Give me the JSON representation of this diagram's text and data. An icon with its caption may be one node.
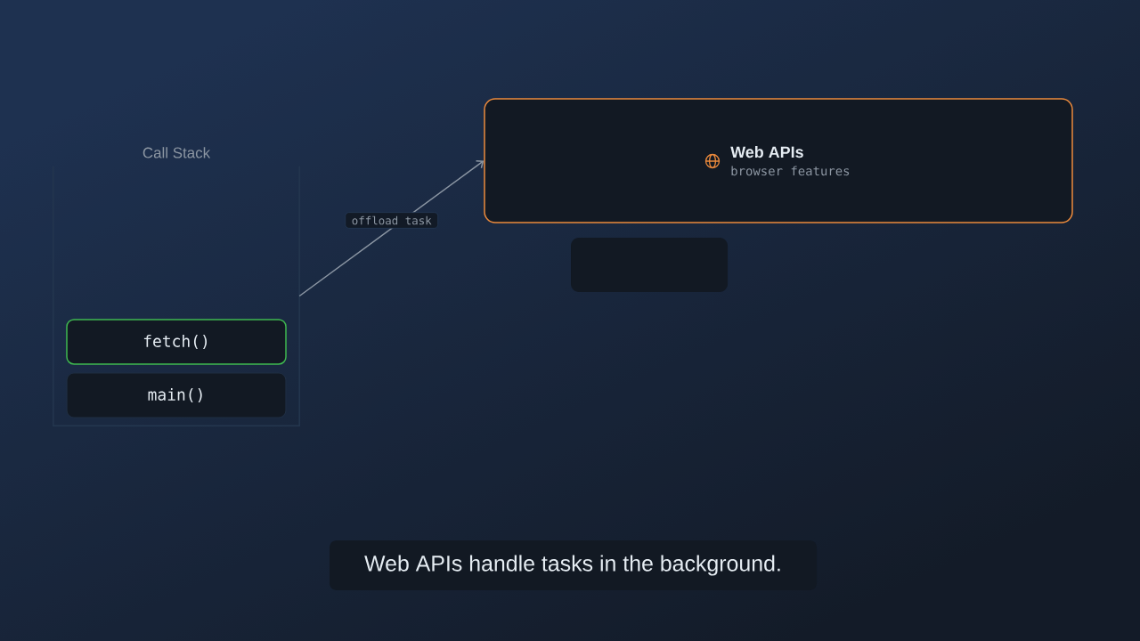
{
  "diagram": {
    "caption": "Web APIs handle tasks in the background.",
    "nodes": [
      {
        "text": [
          "Call Stack"
        ]
      },
      {
        "text": [
          "fetch()"
        ],
        "in": 0
      },
      {
        "text": [
          "main()"
        ],
        "in": 0
      },
      {
        "text": [
          "Web APIs",
          "browser features"
        ]
      },
      {
        "text": [],
        "shape": "box"
      }
    ],
    "edges": [
      {
        "from": 0,
        "to": 3,
        "arrow": "to",
        "label": "offload task"
      }
    ]
  }
}
